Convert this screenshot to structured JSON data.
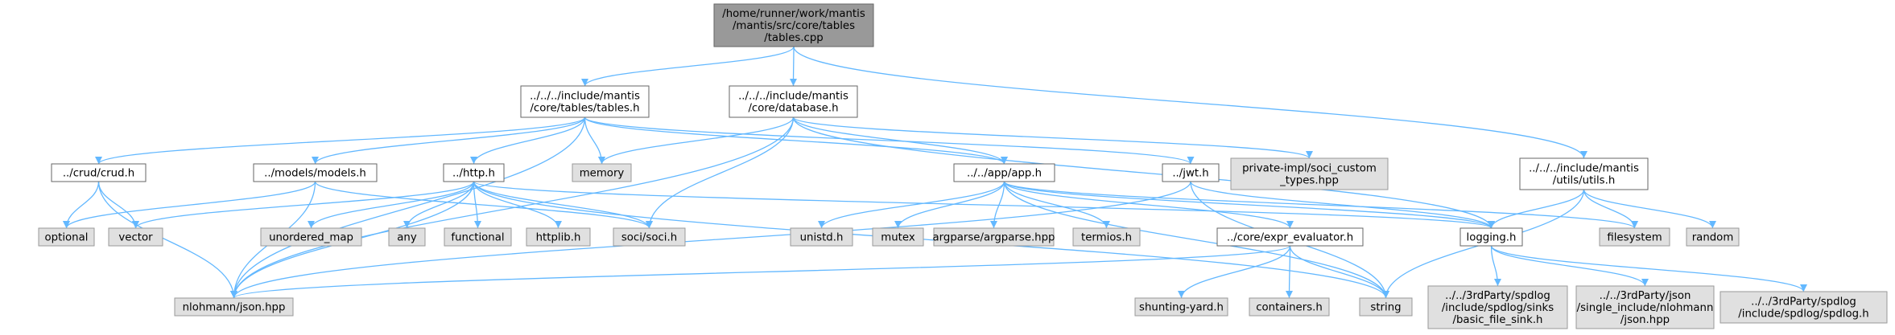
{
  "colors": {
    "root_fill": "#999999",
    "root_stroke": "#666666",
    "local_fill": "#ffffff",
    "local_stroke": "#666666",
    "system_fill": "#e0e0e0",
    "system_stroke": "#999999",
    "edge": "#63b8ff"
  },
  "nodes": {
    "tables_cpp": {
      "lines": [
        "/home/runner/work/mantis",
        "/mantis/src/core/tables",
        "/tables.cpp"
      ],
      "kind": "root"
    },
    "tables_h": {
      "lines": [
        "../../../include/mantis",
        "/core/tables/tables.h"
      ],
      "kind": "local"
    },
    "database_h": {
      "lines": [
        "../../../include/mantis",
        "/core/database.h"
      ],
      "kind": "local"
    },
    "utils_h": {
      "lines": [
        "../../../include/mantis",
        "/utils/utils.h"
      ],
      "kind": "local"
    },
    "crud_h": {
      "lines": [
        "../crud/crud.h"
      ],
      "kind": "local"
    },
    "models_h": {
      "lines": [
        "../models/models.h"
      ],
      "kind": "local"
    },
    "http_h": {
      "lines": [
        "../http.h"
      ],
      "kind": "local"
    },
    "memory": {
      "lines": [
        "memory"
      ],
      "kind": "system"
    },
    "app_h": {
      "lines": [
        "../../app/app.h"
      ],
      "kind": "local"
    },
    "jwt_h": {
      "lines": [
        "../jwt.h"
      ],
      "kind": "local"
    },
    "private_impl": {
      "lines": [
        "private-impl/soci_custom",
        "_types.hpp"
      ],
      "kind": "system"
    },
    "optional": {
      "lines": [
        "optional"
      ],
      "kind": "system"
    },
    "vector": {
      "lines": [
        "vector"
      ],
      "kind": "system"
    },
    "unordered_map": {
      "lines": [
        "unordered_map"
      ],
      "kind": "system"
    },
    "any": {
      "lines": [
        "any"
      ],
      "kind": "system"
    },
    "functional": {
      "lines": [
        "functional"
      ],
      "kind": "system"
    },
    "httplib_h": {
      "lines": [
        "httplib.h"
      ],
      "kind": "system"
    },
    "soci_h": {
      "lines": [
        "soci/soci.h"
      ],
      "kind": "system"
    },
    "unistd_h": {
      "lines": [
        "unistd.h"
      ],
      "kind": "system"
    },
    "mutex": {
      "lines": [
        "mutex"
      ],
      "kind": "system"
    },
    "argparse": {
      "lines": [
        "argparse/argparse.hpp"
      ],
      "kind": "system"
    },
    "termios_h": {
      "lines": [
        "termios.h"
      ],
      "kind": "system"
    },
    "expr_eval": {
      "lines": [
        "../core/expr_evaluator.h"
      ],
      "kind": "local"
    },
    "logging_h": {
      "lines": [
        "logging.h"
      ],
      "kind": "local"
    },
    "filesystem": {
      "lines": [
        "filesystem"
      ],
      "kind": "system"
    },
    "random": {
      "lines": [
        "random"
      ],
      "kind": "system"
    },
    "json_hpp": {
      "lines": [
        "nlohmann/json.hpp"
      ],
      "kind": "system"
    },
    "shunting": {
      "lines": [
        "shunting-yard.h"
      ],
      "kind": "system"
    },
    "containers": {
      "lines": [
        "containers.h"
      ],
      "kind": "system"
    },
    "string": {
      "lines": [
        "string"
      ],
      "kind": "system"
    },
    "basic_file_sink": {
      "lines": [
        "../../3rdParty/spdlog",
        "/include/spdlog/sinks",
        "/basic_file_sink.h"
      ],
      "kind": "system"
    },
    "json_single": {
      "lines": [
        "../../3rdParty/json",
        "/single_include/nlohmann",
        "/json.hpp"
      ],
      "kind": "system"
    },
    "spdlog_h": {
      "lines": [
        "../../3rdParty/spdlog",
        "/include/spdlog/spdlog.h"
      ],
      "kind": "system"
    }
  },
  "edges": [
    [
      "tables_cpp",
      "tables_h"
    ],
    [
      "tables_cpp",
      "database_h"
    ],
    [
      "tables_cpp",
      "utils_h"
    ],
    [
      "tables_h",
      "crud_h"
    ],
    [
      "tables_h",
      "models_h"
    ],
    [
      "tables_h",
      "http_h"
    ],
    [
      "tables_h",
      "memory"
    ],
    [
      "tables_h",
      "app_h"
    ],
    [
      "tables_h",
      "jwt_h"
    ],
    [
      "tables_h",
      "json_hpp"
    ],
    [
      "database_h",
      "memory"
    ],
    [
      "database_h",
      "app_h"
    ],
    [
      "database_h",
      "private_impl"
    ],
    [
      "database_h",
      "soci_h"
    ],
    [
      "database_h",
      "logging_h"
    ],
    [
      "database_h",
      "json_hpp"
    ],
    [
      "utils_h",
      "logging_h"
    ],
    [
      "utils_h",
      "filesystem"
    ],
    [
      "utils_h",
      "random"
    ],
    [
      "utils_h",
      "string"
    ],
    [
      "crud_h",
      "optional"
    ],
    [
      "crud_h",
      "vector"
    ],
    [
      "crud_h",
      "json_hpp"
    ],
    [
      "models_h",
      "optional"
    ],
    [
      "models_h",
      "soci_h"
    ],
    [
      "models_h",
      "json_hpp"
    ],
    [
      "http_h",
      "vector"
    ],
    [
      "http_h",
      "unordered_map"
    ],
    [
      "http_h",
      "any"
    ],
    [
      "http_h",
      "functional"
    ],
    [
      "http_h",
      "httplib_h"
    ],
    [
      "http_h",
      "soci_h"
    ],
    [
      "http_h",
      "json_hpp"
    ],
    [
      "http_h",
      "logging_h"
    ],
    [
      "http_h",
      "string"
    ],
    [
      "app_h",
      "unistd_h"
    ],
    [
      "app_h",
      "mutex"
    ],
    [
      "app_h",
      "argparse"
    ],
    [
      "app_h",
      "termios_h"
    ],
    [
      "app_h",
      "expr_eval"
    ],
    [
      "app_h",
      "logging_h"
    ],
    [
      "app_h",
      "filesystem"
    ],
    [
      "app_h",
      "string"
    ],
    [
      "jwt_h",
      "logging_h"
    ],
    [
      "jwt_h",
      "json_hpp"
    ],
    [
      "jwt_h",
      "string"
    ],
    [
      "expr_eval",
      "json_hpp"
    ],
    [
      "expr_eval",
      "shunting"
    ],
    [
      "expr_eval",
      "containers"
    ],
    [
      "expr_eval",
      "string"
    ],
    [
      "logging_h",
      "basic_file_sink"
    ],
    [
      "logging_h",
      "json_single"
    ],
    [
      "logging_h",
      "spdlog_h"
    ]
  ]
}
